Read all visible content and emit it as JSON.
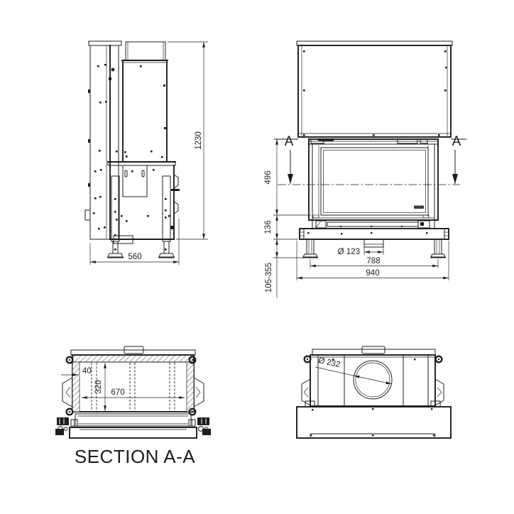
{
  "drawing": {
    "background_color": "#ffffff",
    "line_color": "#1c1c1c",
    "side_view": {
      "overall_height": "1230",
      "overall_depth": "560"
    },
    "front_view": {
      "section_marker": "A",
      "glass_height": "496",
      "base_band_height": "136",
      "leg_height_range": "105-355",
      "floor_duct_diameter": "Ø 123",
      "leg_span": "788",
      "overall_width": "940"
    },
    "section_view": {
      "title": "SECTION A-A",
      "wall_thickness": "40",
      "inner_depth": "320",
      "inner_width": "670"
    },
    "top_view": {
      "flue_diameter": "Ø 232"
    }
  }
}
